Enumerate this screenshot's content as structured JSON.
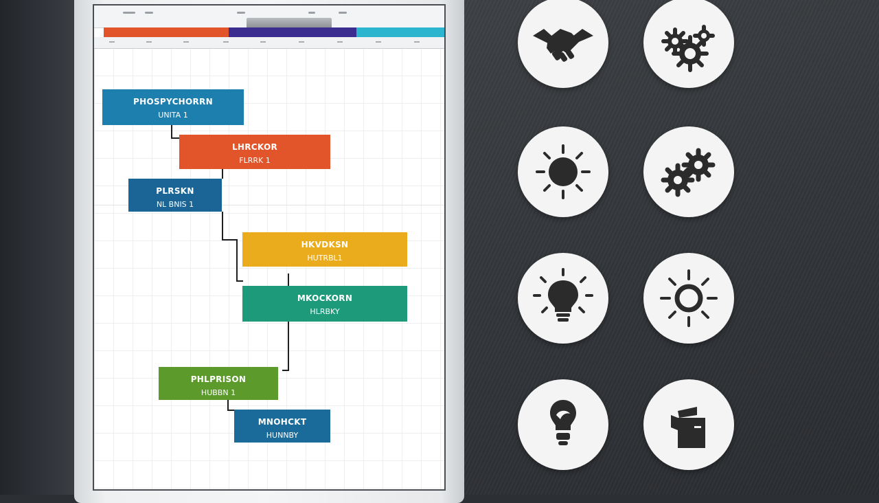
{
  "colors": {
    "phase_orange": "#e2552b",
    "phase_purple": "#3a2d8f",
    "phase_cyan": "#2bb5cf",
    "teal_blue": "#1d7fae",
    "red_orange": "#e2552b",
    "dark_blue": "#1a6596",
    "amber": "#eaab1d",
    "teal_green": "#1c9a7a",
    "green": "#5d9a2c",
    "ocean_blue": "#1a6b9a",
    "connector": "#1d1f22",
    "icon_fill": "#2b2b2b"
  },
  "tasks": [
    {
      "name": "PHOSPYCHORRN",
      "sub": "UNITA 1",
      "color": "#1d7fae"
    },
    {
      "name": "LHRCKOR",
      "sub": "FLRRK 1",
      "color": "#e2552b"
    },
    {
      "name": "PLRSKN",
      "sub": "NL BNIS 1",
      "color": "#1a6596"
    },
    {
      "name": "HKVDKSN",
      "sub": "HUTRBL1",
      "color": "#eaab1d"
    },
    {
      "name": "MKOCKORN",
      "sub": "HLRBKY",
      "color": "#1c9a7a"
    },
    {
      "name": "PHLPRISON",
      "sub": "HUBBN 1",
      "color": "#5d9a2c"
    },
    {
      "name": "MNOHCKT",
      "sub": "HUNNBY",
      "color": "#1a6b9a"
    }
  ],
  "icons": [
    "handshake-icon",
    "gears-icon",
    "sun-icon",
    "cogs-icon",
    "lightbulb-icon",
    "sun-outline-icon",
    "lightbulb-hand-icon",
    "box-icon"
  ]
}
